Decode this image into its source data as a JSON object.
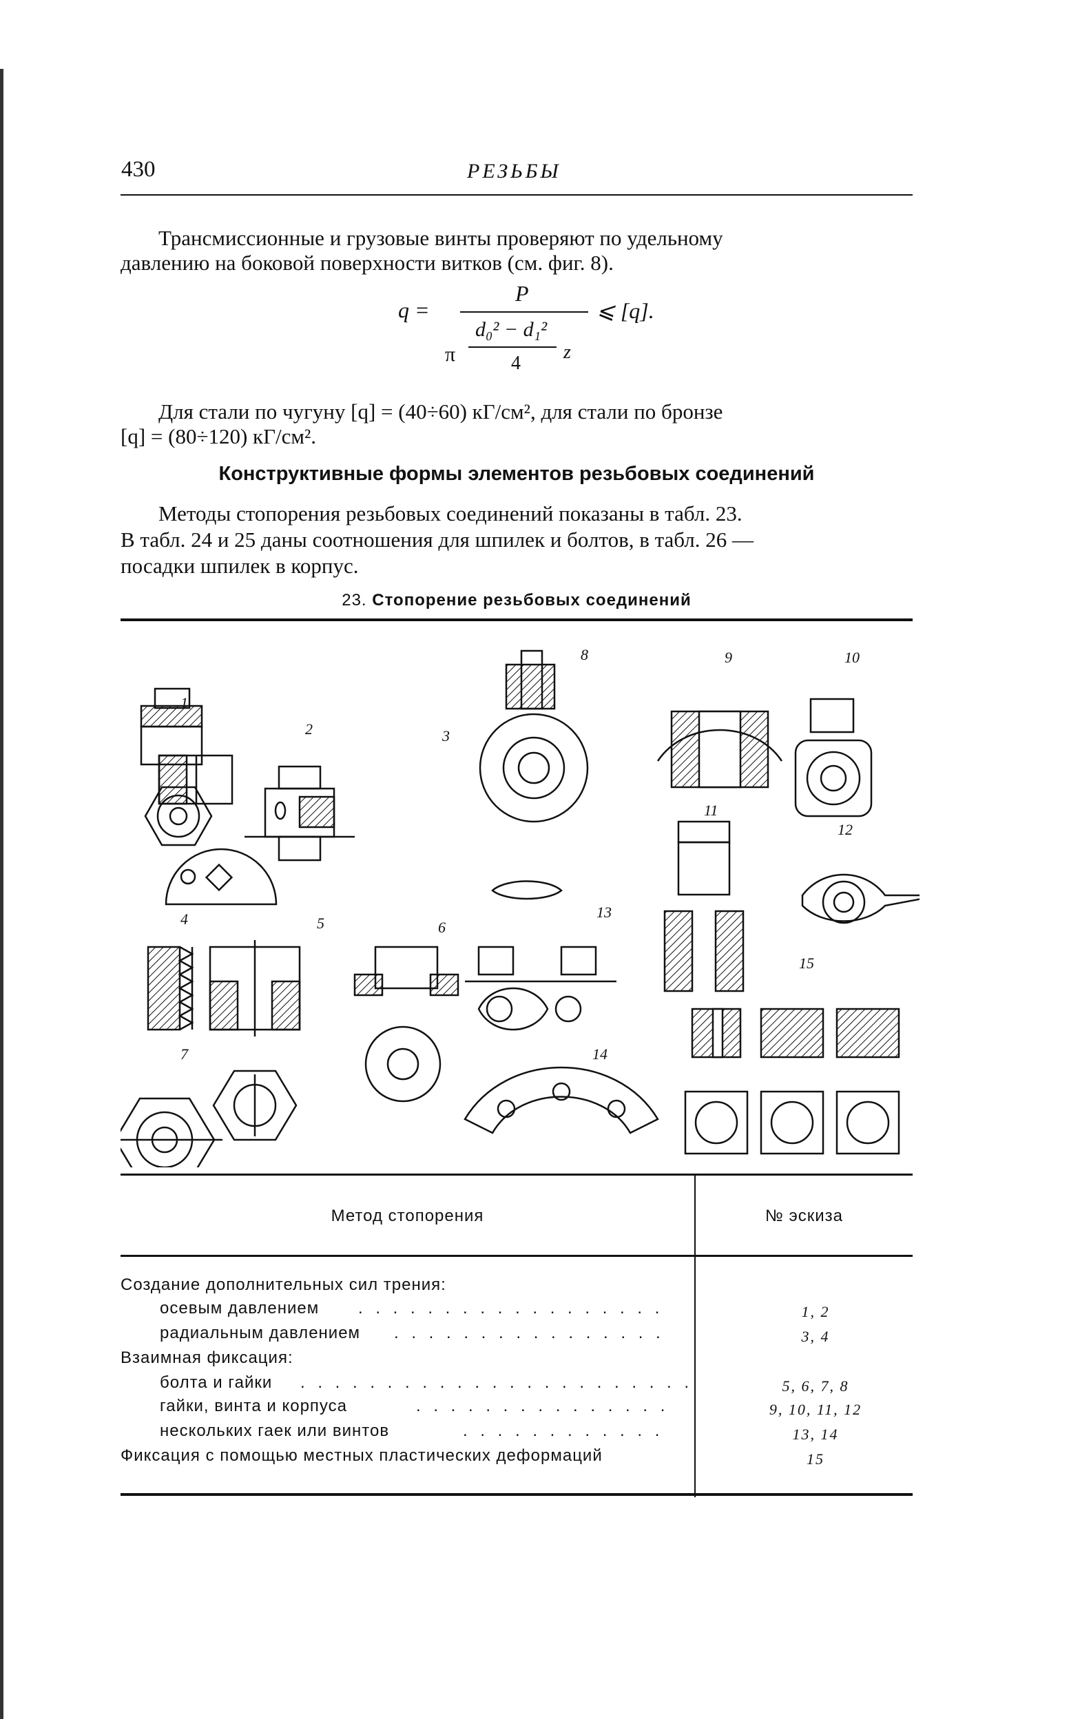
{
  "header": {
    "page_number": "430",
    "running_title": "РЕЗЬБЫ"
  },
  "intro": {
    "line1": "Трансмиссионные  и  грузовые  винты  проверяют  по  удельному",
    "line2": "давлению на боковой поверхности витков (см. фиг. 8)."
  },
  "formula": {
    "lhs": "q =",
    "numerator": "P",
    "denominator": "π ((d₀² − d₁²)/4) z",
    "rhs": "⩽ [q].",
    "inner_num": "d₀² − d₁²",
    "inner_den": "4",
    "pi": "π",
    "z": "z"
  },
  "allowable": {
    "line1": "Для  стали  по  чугуну  [q] = (40÷60) кГ/см², для стали по бронзе",
    "line2": "[q] = (80÷120) кГ/см²."
  },
  "section": {
    "heading": "Конструктивные формы элементов резьбовых соединений",
    "p_line1": "Методы  стопорения  резьбовых  соединений  показаны  в  табл.  23.",
    "p_line2": "В табл. 24 и 25 даны соотношения для шпилек и болтов, в табл. 26 —",
    "p_line3": "посадки шпилек в корпус."
  },
  "table_caption": {
    "number": "23.",
    "title": "Стопорение резьбовых соединений"
  },
  "figure": {
    "labels": [
      "1",
      "2",
      "3",
      "4",
      "5",
      "6",
      "7",
      "8",
      "9",
      "10",
      "11",
      "12",
      "13",
      "14",
      "15"
    ]
  },
  "table": {
    "col1_header": "Метод стопорения",
    "col2_header": "№ эскиза",
    "rows": [
      {
        "label": "Создание дополнительных сил трения:",
        "indent": false,
        "sketch": ""
      },
      {
        "label": "осевым давлением",
        "indent": true,
        "sketch": "1, 2"
      },
      {
        "label": "радиальным давлением",
        "indent": true,
        "sketch": "3, 4"
      },
      {
        "label": "Взаимная фиксация:",
        "indent": false,
        "sketch": ""
      },
      {
        "label": "болта и гайки",
        "indent": true,
        "sketch": "5, 6, 7, 8"
      },
      {
        "label": "гайки, винта и корпуса",
        "indent": true,
        "sketch": "9, 10, 11, 12"
      },
      {
        "label": "нескольких гаек или винтов",
        "indent": true,
        "sketch": "13, 14"
      },
      {
        "label": "Фиксация с помощью местных пластических деформаций",
        "indent": false,
        "sketch": "15"
      }
    ]
  }
}
